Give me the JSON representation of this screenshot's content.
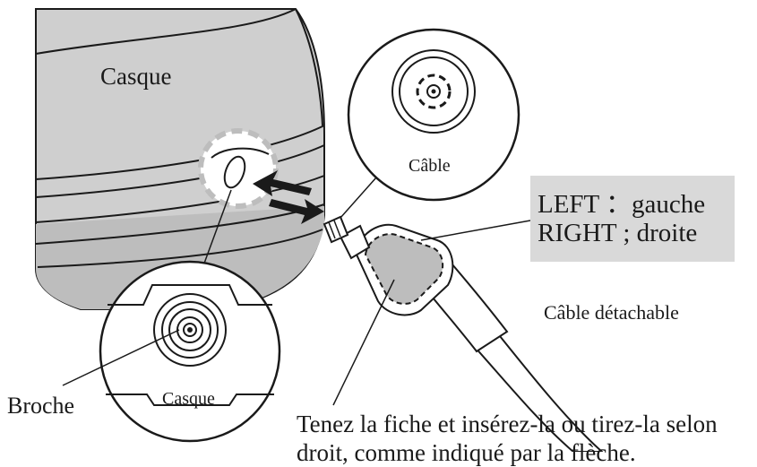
{
  "labels": {
    "casque_top": "Casque",
    "cable_inset": "Câble",
    "left": "LEFT ：gauche",
    "right": "RIGHT ; droite",
    "cable_detachable": "Câble détachable",
    "broche": "Broche",
    "casque_inset": "Casque",
    "instruction_line1": "Tenez la fiche et insérez-la ou tirez-la selon",
    "instruction_line2": "droit, comme indiqué par la flèche."
  },
  "colors": {
    "line": "#1a1a1a",
    "headphone_fill": "#cfcfcf",
    "headphone_dark": "#bdbdbd",
    "highlight_box": "#d9d9d9",
    "cable_fill": "#ffffff"
  }
}
